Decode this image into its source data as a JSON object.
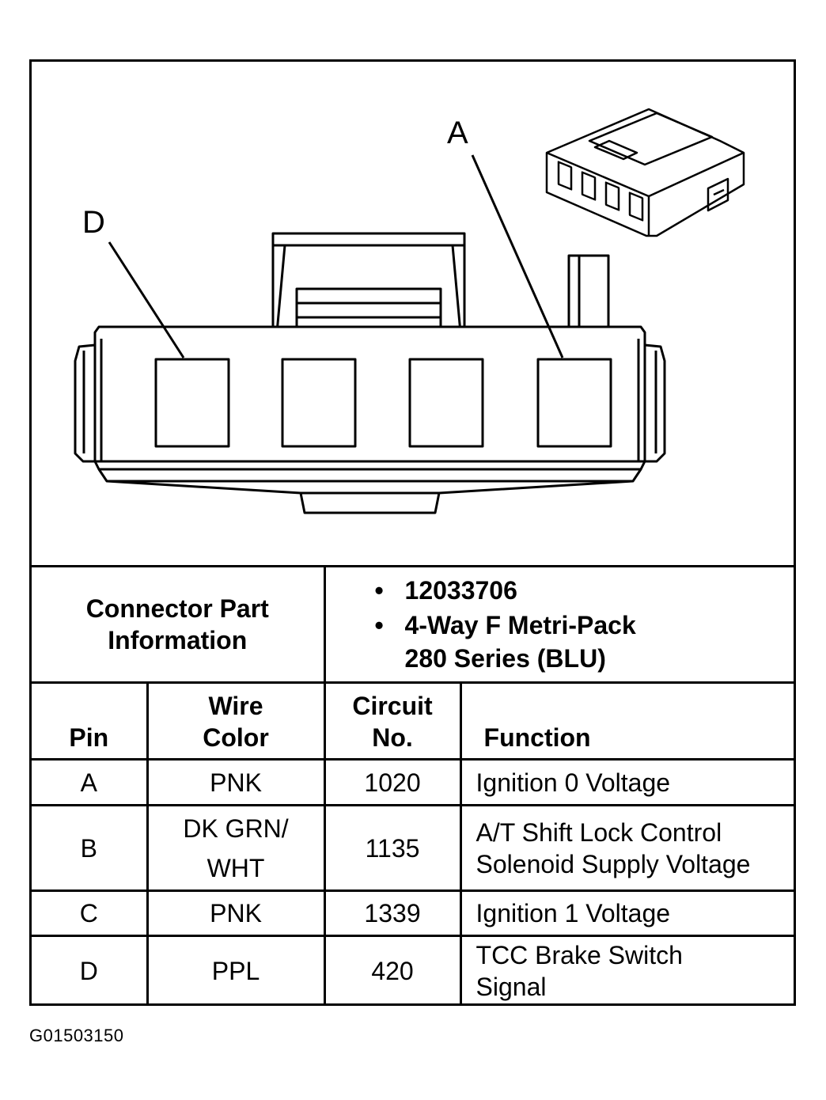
{
  "diagram": {
    "callouts": [
      "A",
      "D"
    ]
  },
  "connector_part_information": {
    "label": "Connector Part Information",
    "items": [
      "12033706",
      "4-Way F Metri-Pack 280 Series (BLU)"
    ],
    "bullet": "•"
  },
  "table": {
    "headers": {
      "pin": "Pin",
      "wire_color": "Wire Color",
      "circuit_no": "Circuit No.",
      "function": "Function"
    },
    "rows": [
      {
        "pin": "A",
        "wire_color": "PNK",
        "circuit": "1020",
        "function": "Ignition 0 Voltage"
      },
      {
        "pin": "B",
        "wire_color": "DK GRN/ WHT",
        "circuit": "1135",
        "function": "A/T Shift Lock Control Solenoid Supply Voltage"
      },
      {
        "pin": "C",
        "wire_color": "PNK",
        "circuit": "1339",
        "function": "Ignition 1 Voltage"
      },
      {
        "pin": "D",
        "wire_color": "PPL",
        "circuit": "420",
        "function": "TCC Brake Switch Signal"
      }
    ]
  },
  "figure_id": "G01503150"
}
